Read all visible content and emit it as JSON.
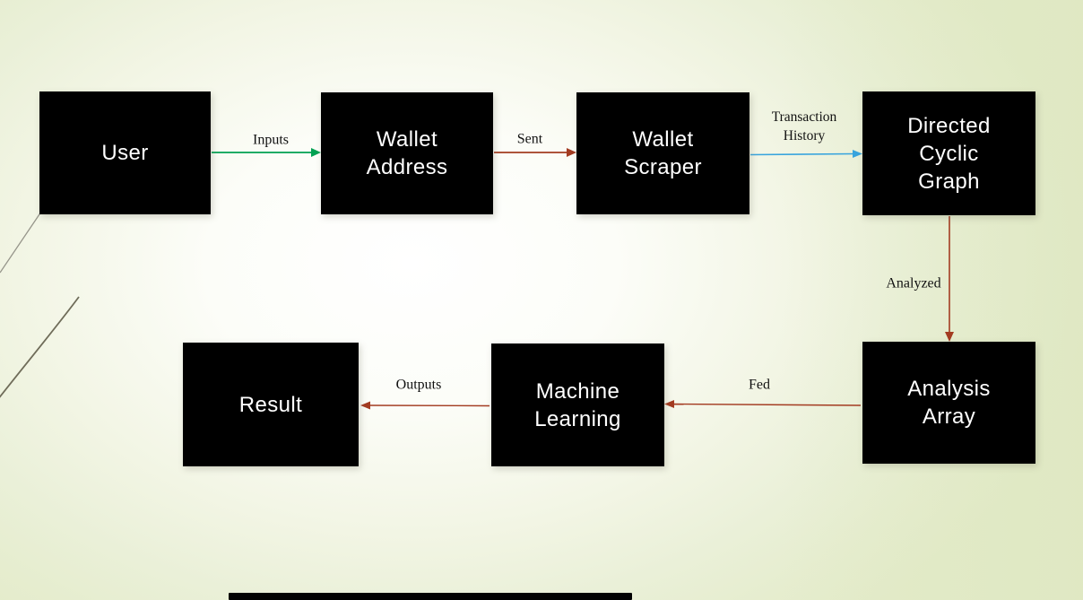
{
  "diagram": {
    "nodes": [
      {
        "id": "user",
        "label": "User"
      },
      {
        "id": "wallet-address",
        "label": "Wallet\nAddress"
      },
      {
        "id": "wallet-scraper",
        "label": "Wallet\nScraper"
      },
      {
        "id": "directed-cyclic-graph",
        "label": "Directed\nCyclic\nGraph"
      },
      {
        "id": "analysis-array",
        "label": "Analysis\nArray"
      },
      {
        "id": "machine-learning",
        "label": "Machine\nLearning"
      },
      {
        "id": "result",
        "label": "Result"
      }
    ],
    "edges": [
      {
        "from": "User",
        "to": "Wallet Address",
        "label": "Inputs",
        "color": "#00a152"
      },
      {
        "from": "Wallet Address",
        "to": "Wallet Scraper",
        "label": "Sent",
        "color": "#a33b21"
      },
      {
        "from": "Wallet Scraper",
        "to": "Directed Cyclic Graph",
        "label": "Transaction\nHistory",
        "color": "#38a4dd"
      },
      {
        "from": "Directed Cyclic Graph",
        "to": "Analysis Array",
        "label": "Analyzed",
        "color": "#a33b21"
      },
      {
        "from": "Analysis Array",
        "to": "Machine Learning",
        "label": "Fed",
        "color": "#a33b21"
      },
      {
        "from": "Machine Learning",
        "to": "Result",
        "label": "Outputs",
        "color": "#a33b21"
      }
    ],
    "node_style": {
      "fill": "#000000",
      "text_color": "#ffffff"
    },
    "background": {
      "center": "#ffffff",
      "edge": "#e3ebc9"
    }
  }
}
